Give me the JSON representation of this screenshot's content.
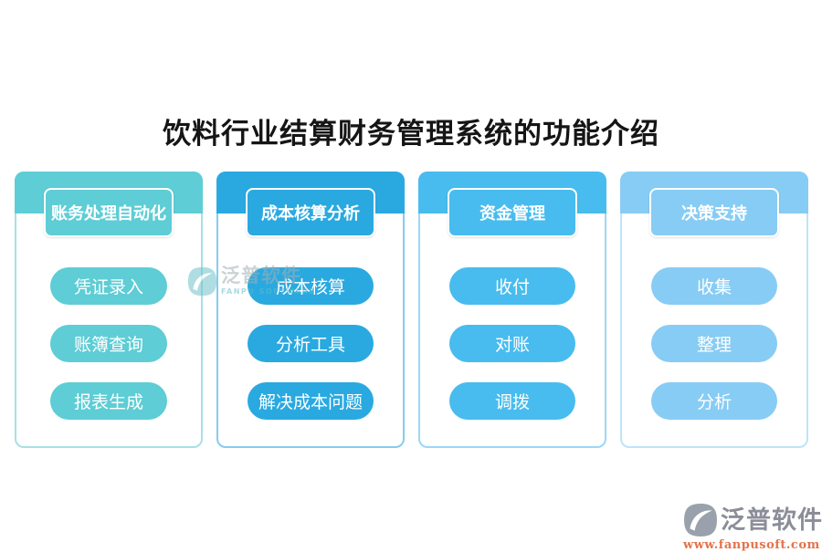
{
  "page": {
    "title": "饮料行业结算财务管理系统的功能介绍"
  },
  "columns": [
    {
      "header": "账务处理自动化",
      "color": "#5ecdd5",
      "border_color": "#a8e0e5",
      "items": [
        "凭证录入",
        "账簿查询",
        "报表生成"
      ]
    },
    {
      "header": "成本核算分析",
      "color": "#2aa9e0",
      "border_color": "#86ccee",
      "items": [
        "成本核算",
        "分析工具",
        "解决成本问题"
      ]
    },
    {
      "header": "资金管理",
      "color": "#48bcee",
      "border_color": "#9ad8f6",
      "items": [
        "收付",
        "对账",
        "调拨"
      ]
    },
    {
      "header": "决策支持",
      "color": "#87ccf4",
      "border_color": "#bce4fa",
      "items": [
        "收集",
        "整理",
        "分析"
      ]
    }
  ],
  "watermark": {
    "brand": "泛普软件",
    "subtext": "FANPU SOFTWARE",
    "icon_color": "#6fc3ca",
    "brand_color": "#9fb0b4",
    "subtext_color": "#5fbdc7"
  },
  "footer": {
    "brand": "泛普软件",
    "url": "www.fanpusoft.com",
    "icon_color": "#99a1ac",
    "brand_color": "#8b8e99",
    "url_color": "#e2734b"
  }
}
